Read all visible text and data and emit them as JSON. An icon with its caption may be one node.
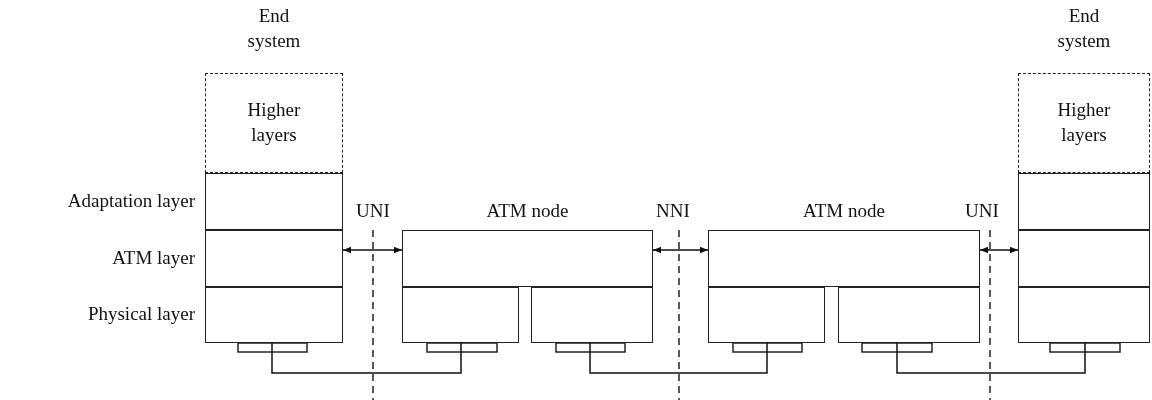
{
  "diagram": {
    "nodes": [
      {
        "text": [
          "End system",
          "Higher layers"
        ]
      },
      {
        "text": [],
        "shape": "box"
      },
      {
        "text": [],
        "shape": "box"
      },
      {
        "text": [],
        "shape": "box"
      },
      {
        "text": [
          "ATM node"
        ]
      },
      {
        "text": [],
        "shape": "box"
      },
      {
        "text": [],
        "shape": "box"
      },
      {
        "text": [
          "ATM node"
        ]
      },
      {
        "text": [],
        "shape": "box"
      },
      {
        "text": [],
        "shape": "box"
      },
      {
        "text": [
          "End system",
          "Higher layers"
        ]
      },
      {
        "text": [],
        "shape": "box"
      },
      {
        "text": [],
        "shape": "box"
      },
      {
        "text": [],
        "shape": "box"
      }
    ],
    "edges": [
      {
        "from": 2,
        "to": 4,
        "arrow": "both",
        "label": "UNI"
      },
      {
        "from": 4,
        "to": 7,
        "arrow": "both",
        "label": "NNI"
      },
      {
        "from": 7,
        "to": 12,
        "arrow": "both",
        "label": "UNI"
      },
      {
        "from": 3,
        "to": 5,
        "arrow": "none"
      },
      {
        "from": 6,
        "to": 8,
        "arrow": "none"
      },
      {
        "from": 9,
        "to": 13,
        "arrow": "none"
      }
    ],
    "labels": [
      "Adaptation layer",
      "ATM layer",
      "Physical layer"
    ]
  }
}
